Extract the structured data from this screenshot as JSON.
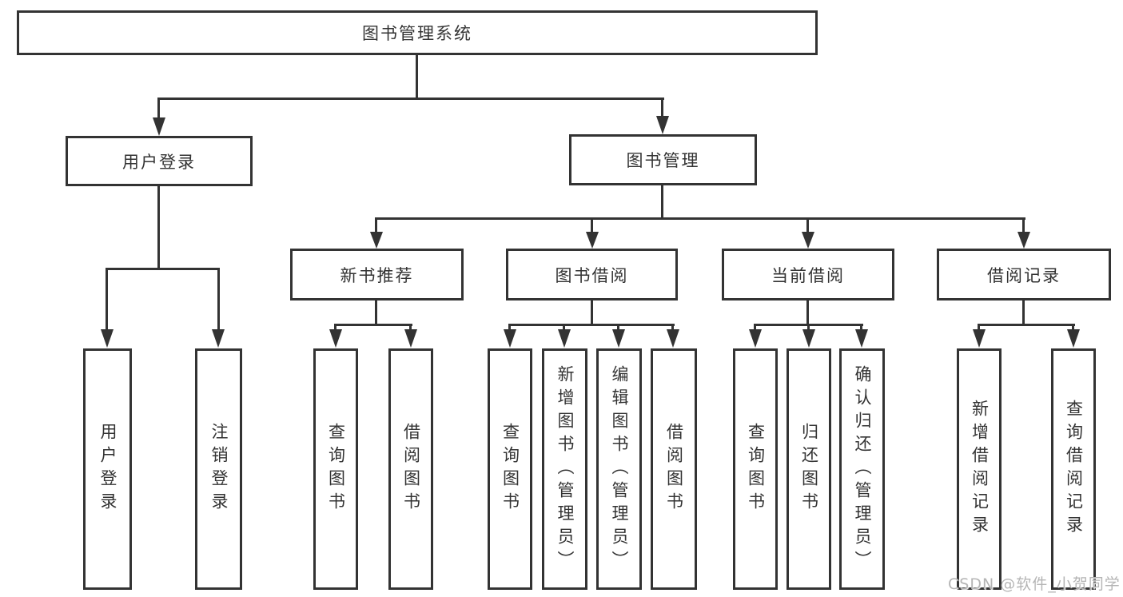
{
  "tree": {
    "root": "图书管理系统",
    "branches": [
      {
        "label": "用户登录",
        "children": [
          "用户登录",
          "注销登录"
        ]
      },
      {
        "label": "图书管理",
        "sections": [
          {
            "label": "新书推荐",
            "children": [
              "查询图书",
              "借阅图书"
            ]
          },
          {
            "label": "图书借阅",
            "children": [
              "查询图书",
              "新增图书（管理员）",
              "编辑图书（管理员）",
              "借阅图书"
            ]
          },
          {
            "label": "当前借阅",
            "children": [
              "查询图书",
              "归还图书",
              "确认归还（管理员）"
            ]
          },
          {
            "label": "借阅记录",
            "children": [
              "新增借阅记录",
              "查询借阅记录"
            ]
          }
        ]
      }
    ]
  },
  "watermark": {
    "text": "CSDN @软件_小贺同学"
  },
  "colors": {
    "line": "#333333",
    "text": "#333333",
    "background": "#ffffff",
    "watermark": "#b5b5b5"
  }
}
